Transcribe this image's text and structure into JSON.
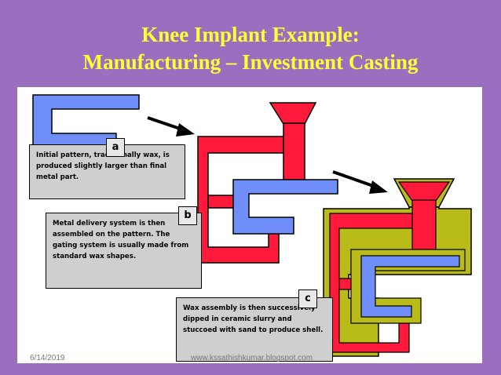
{
  "title": {
    "line1": "Knee Implant Example:",
    "line2": "Manufacturing – Investment Casting"
  },
  "steps": [
    {
      "tag": "a",
      "text": "Initial pattern, traditionally wax, is produced slightly larger than final metal part."
    },
    {
      "tag": "b",
      "text": "Metal delivery system is then assembled on the pattern. The gating system is usually made from standard wax shapes."
    },
    {
      "tag": "c",
      "text": "Wax assembly is then successively dipped in ceramic slurry and stuccoed with sand to produce shell."
    }
  ],
  "footer": {
    "date": "6/14/2019",
    "source": "www.kssathishkumar.blogspot.com"
  },
  "colors": {
    "background": "#9b6fc0",
    "title": "#ffff33",
    "wax": "#6f8ef7",
    "gating": "#ff1a3c",
    "ceramic_shell": "#b8bb18"
  }
}
